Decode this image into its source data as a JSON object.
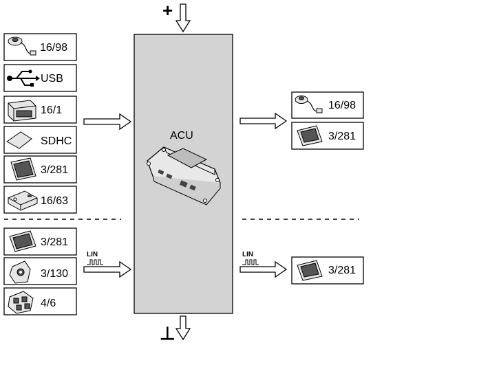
{
  "diagram": {
    "power_plus": "+",
    "ground": "⊥",
    "acu_label": "ACU",
    "lin_label": "LIN",
    "left_inputs": [
      {
        "label": "16/98",
        "icon": "antenna-cable-icon"
      },
      {
        "label": "USB",
        "icon": "usb-icon"
      },
      {
        "label": "16/1",
        "icon": "head-unit-icon"
      },
      {
        "label": "SDHC",
        "icon": "sd-card-icon"
      },
      {
        "label": "3/281",
        "icon": "display-icon"
      },
      {
        "label": "16/63",
        "icon": "module-icon"
      }
    ],
    "left_lin_inputs": [
      {
        "label": "3/281",
        "icon": "display-icon"
      },
      {
        "label": "3/130",
        "icon": "control-panel-icon"
      },
      {
        "label": "4/6",
        "icon": "switch-panel-icon"
      }
    ],
    "right_outputs": [
      {
        "label": "16/98",
        "icon": "antenna-cable-icon"
      },
      {
        "label": "3/281",
        "icon": "display-icon"
      }
    ],
    "right_lin_outputs": [
      {
        "label": "3/281",
        "icon": "display-icon"
      }
    ]
  }
}
